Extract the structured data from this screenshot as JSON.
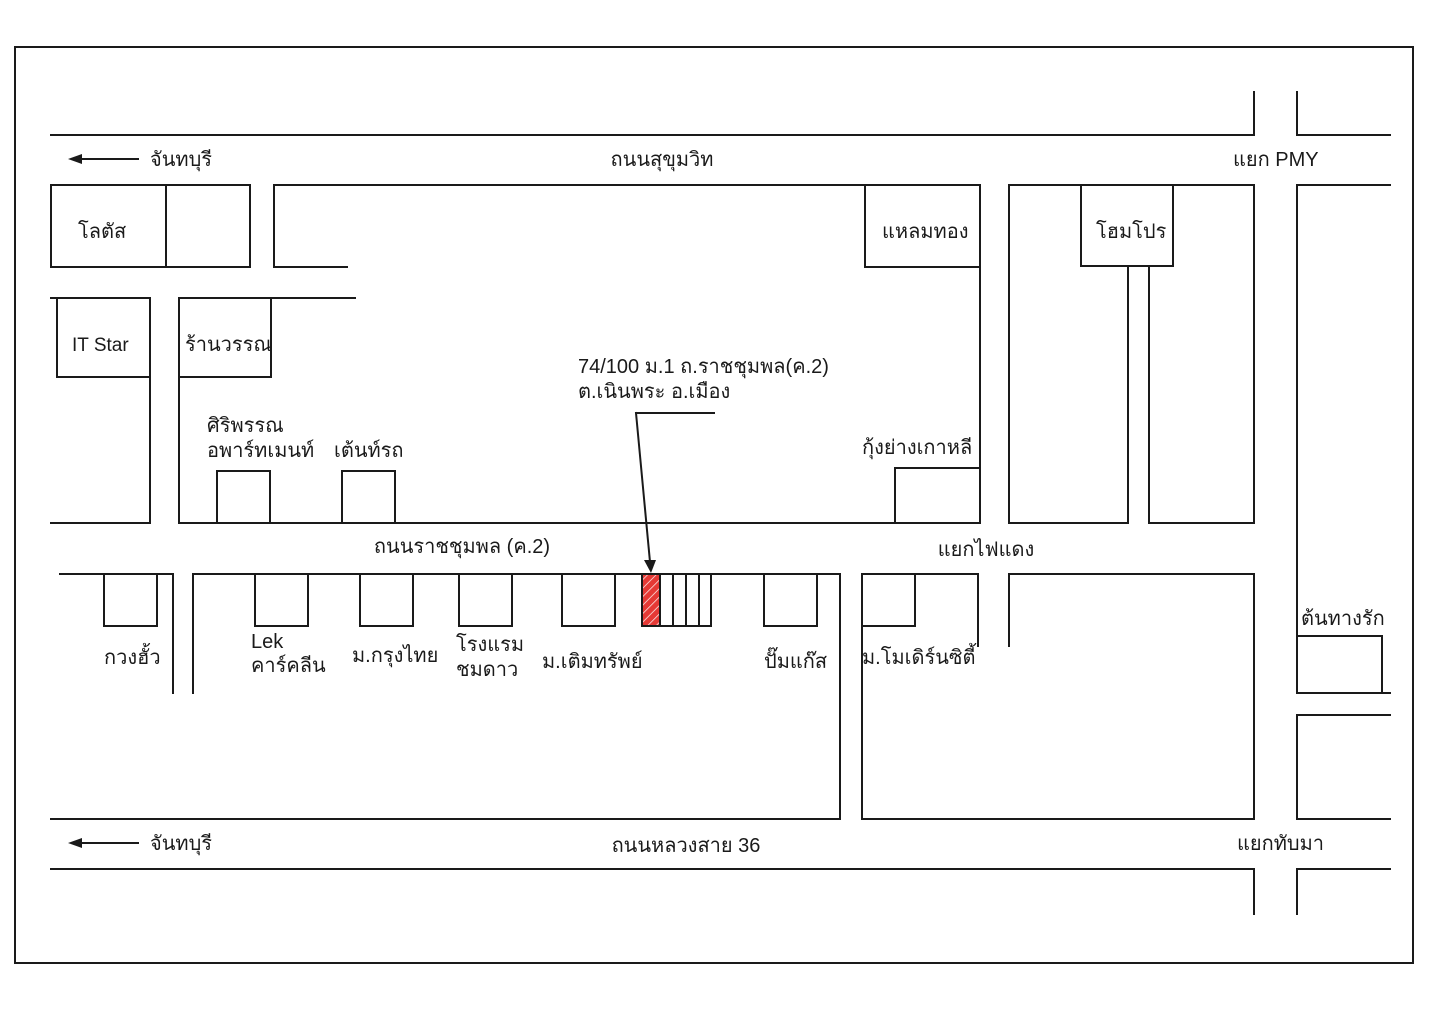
{
  "roads": {
    "sukhumvit": "ถนนสุขุมวิท",
    "ratchaphol": "ถนนราชชุมพล (ค.2)",
    "luang_sai_36": "ถนนหลวงสาย 36"
  },
  "directions": {
    "to_chanthaburi_top": "จันทบุรี",
    "to_chanthaburi_bottom": "จันทบุรี"
  },
  "intersections": {
    "pmy": "แยก PMY",
    "traffic_light": "แยกไฟแดง",
    "thap_ma": "แยกทับมา"
  },
  "landmarks": {
    "lotus": "โลตัส",
    "it_star": "IT Star",
    "ran_wan": "ร้านวรรณ",
    "siriphan_line1": "ศิริพรรณ",
    "siriphan_line2": "อพาร์ทเมนท์",
    "ten_rot": "เต้นท์รถ",
    "laem_thong": "แหลมทอง",
    "homepro": "โฮมโปร",
    "korean_shrimp": "กุ้งย่างเกาหลี",
    "kuang_hua": "กวงฮั้ว",
    "lek_line1": "Lek",
    "lek_line2": "คาร์คลีน",
    "krungthai": "ม.กรุงไทย",
    "hotel_line1": "โรงแรม",
    "hotel_line2": "ชมดาว",
    "toemsap": "ม.เติมทรัพย์",
    "gas_pump": "ปั๊มแก๊ส",
    "modern_city": "ม.โมเดิร์นซิตี้",
    "ton_thang_rak": "ต้นทางรัก"
  },
  "destination": {
    "address_line1": "74/100 ม.1 ถ.ราชชุมพล(ค.2)",
    "address_line2": "ต.เนินพระ อ.เมือง",
    "marker_color": "#e53935"
  }
}
